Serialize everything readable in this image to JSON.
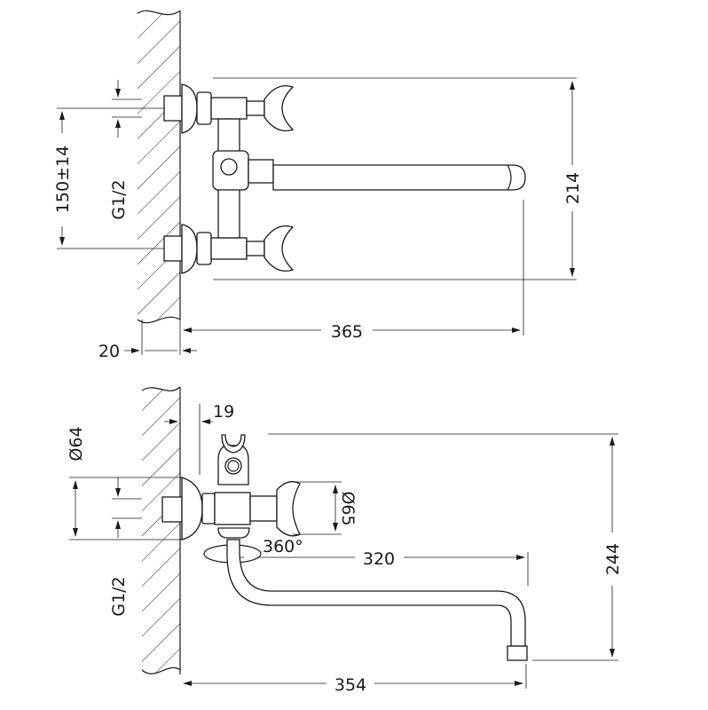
{
  "top_view": {
    "dim_height": "214",
    "dim_reach": "365",
    "dim_wall_offset": "20",
    "dim_center_distance": "150±14",
    "dim_thread": "G1/2"
  },
  "side_view": {
    "dim_offset": "19",
    "dim_escutcheon": "Ø64",
    "dim_thread": "G1/2",
    "dim_handle": "Ø65",
    "dim_rotation": "360°",
    "dim_spout": "320",
    "dim_height": "244",
    "dim_reach": "354"
  }
}
